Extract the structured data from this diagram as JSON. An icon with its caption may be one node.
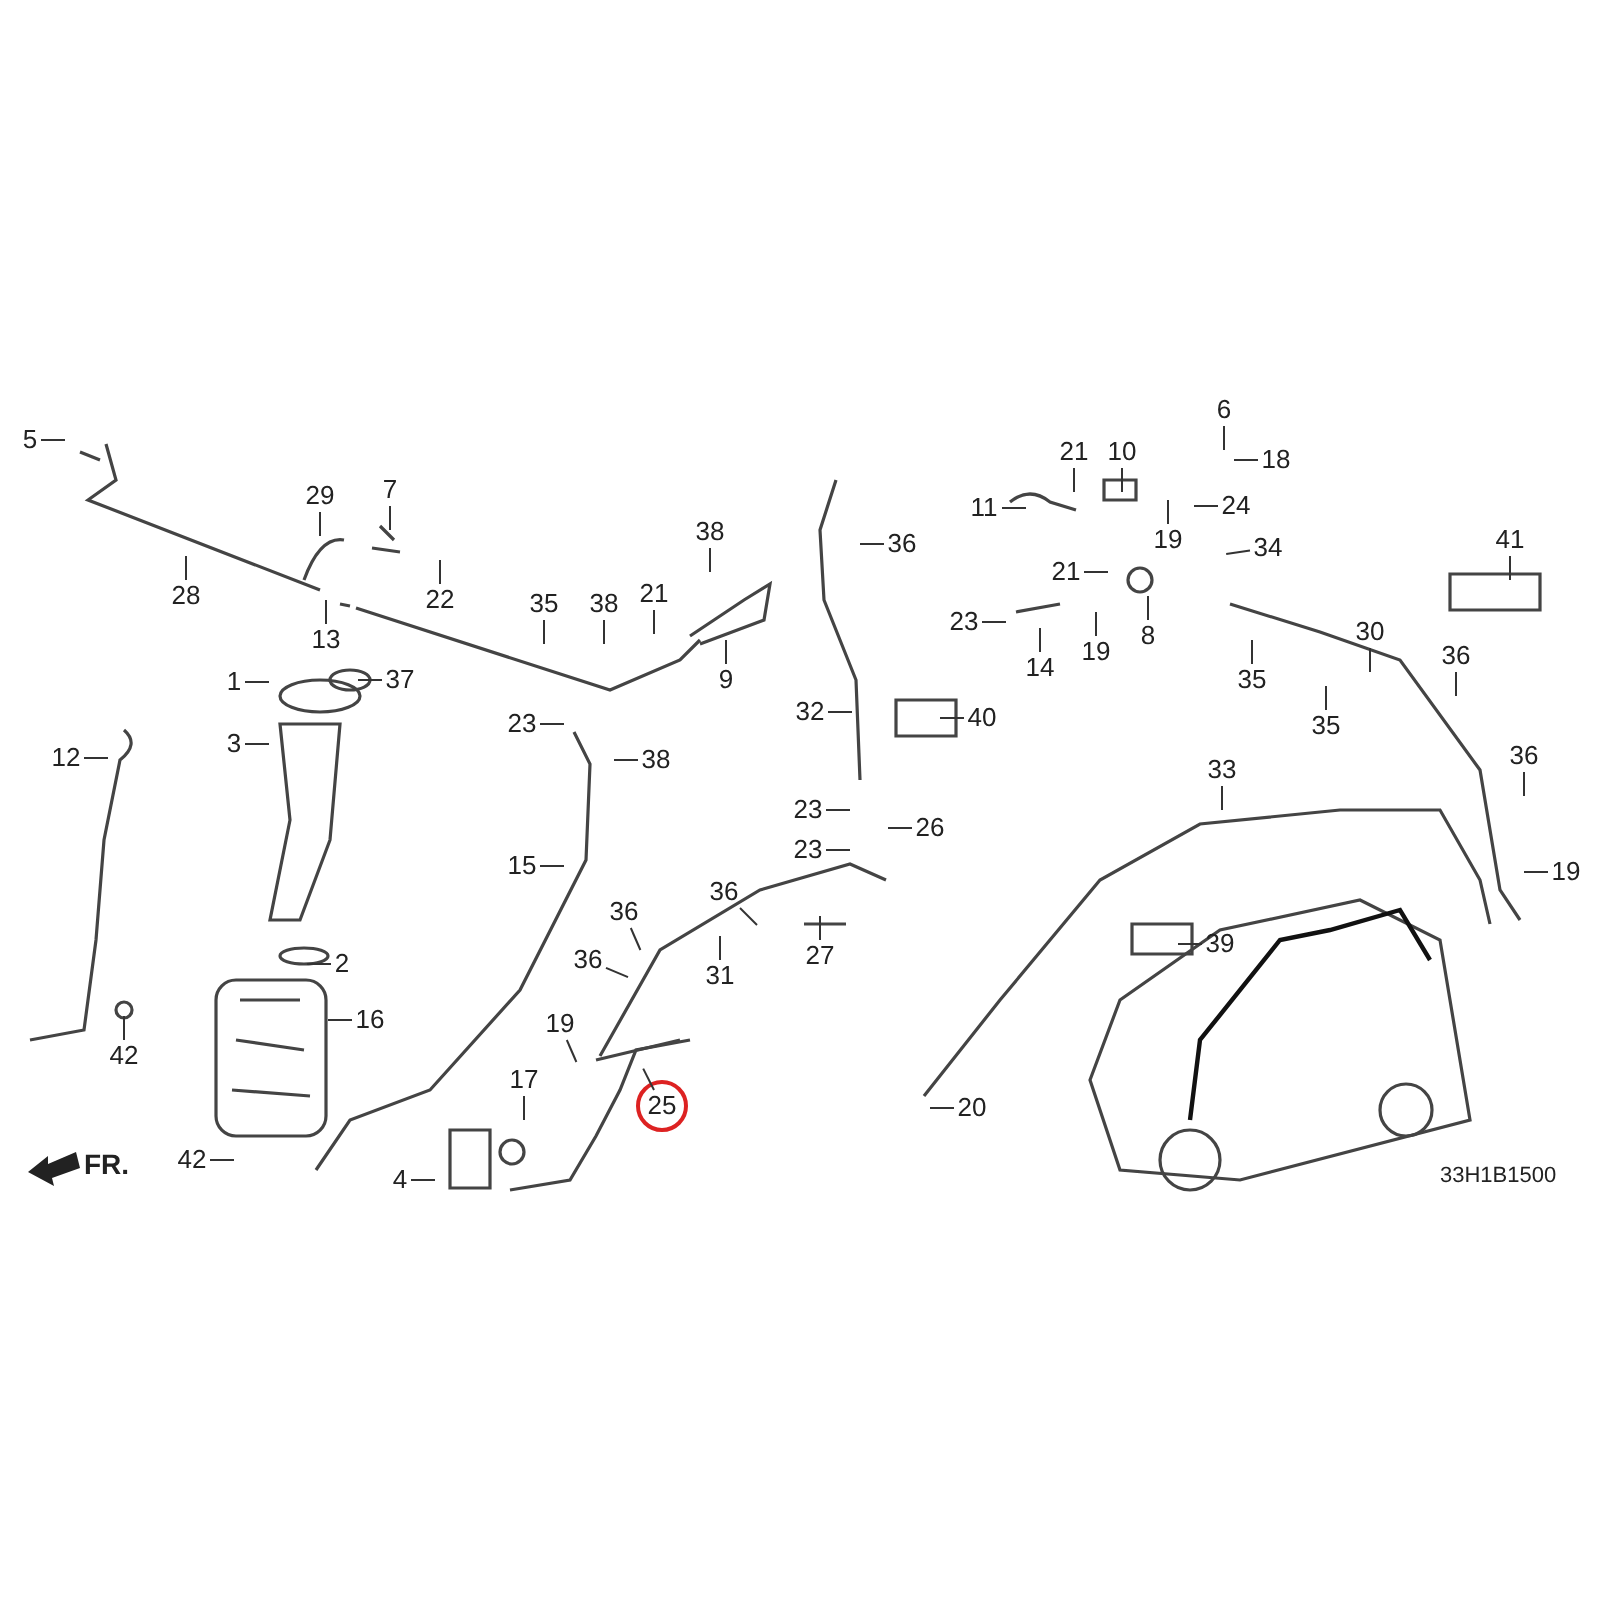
{
  "diagram": {
    "nodes": [
      {
        "text": [
          "5"
        ]
      },
      {
        "text": [
          "29"
        ]
      },
      {
        "text": [
          "7"
        ]
      },
      {
        "text": [
          "28"
        ]
      },
      {
        "text": [
          "22"
        ]
      },
      {
        "text": [
          "13"
        ]
      },
      {
        "text": [
          "35"
        ]
      },
      {
        "text": [
          "38"
        ]
      },
      {
        "text": [
          "21"
        ]
      },
      {
        "text": [
          "38"
        ]
      },
      {
        "text": [
          "9"
        ]
      },
      {
        "text": [
          "1"
        ]
      },
      {
        "text": [
          "37"
        ]
      },
      {
        "text": [
          "3"
        ]
      },
      {
        "text": [
          "23"
        ]
      },
      {
        "text": [
          "38"
        ]
      },
      {
        "text": [
          "12"
        ]
      },
      {
        "text": [
          "15"
        ]
      },
      {
        "text": [
          "2"
        ]
      },
      {
        "text": [
          "16"
        ]
      },
      {
        "text": [
          "42"
        ]
      },
      {
        "text": [
          "42"
        ]
      },
      {
        "text": [
          "4"
        ]
      },
      {
        "text": [
          "17"
        ]
      },
      {
        "text": [
          "36"
        ]
      },
      {
        "text": [
          "36"
        ]
      },
      {
        "text": [
          "19"
        ]
      },
      {
        "text": [
          "25"
        ]
      },
      {
        "text": [
          "31"
        ]
      },
      {
        "text": [
          "27"
        ]
      },
      {
        "text": [
          "23"
        ]
      },
      {
        "text": [
          "26"
        ]
      },
      {
        "text": [
          "23"
        ]
      },
      {
        "text": [
          "36"
        ]
      },
      {
        "text": [
          "32"
        ]
      },
      {
        "text": [
          "36"
        ]
      },
      {
        "text": [
          "40"
        ]
      },
      {
        "text": [
          "11"
        ]
      },
      {
        "text": [
          "21"
        ]
      },
      {
        "text": [
          "10"
        ]
      },
      {
        "text": [
          "6"
        ]
      },
      {
        "text": [
          "18"
        ]
      },
      {
        "text": [
          "24"
        ]
      },
      {
        "text": [
          "34"
        ]
      },
      {
        "text": [
          "21"
        ]
      },
      {
        "text": [
          "19"
        ]
      },
      {
        "text": [
          "23"
        ]
      },
      {
        "text": [
          "14"
        ]
      },
      {
        "text": [
          "19"
        ]
      },
      {
        "text": [
          "8"
        ]
      },
      {
        "text": [
          "35"
        ]
      },
      {
        "text": [
          "35"
        ]
      },
      {
        "text": [
          "30"
        ]
      },
      {
        "text": [
          "36"
        ]
      },
      {
        "text": [
          "41"
        ]
      },
      {
        "text": [
          "36"
        ]
      },
      {
        "text": [
          "33"
        ]
      },
      {
        "text": [
          "39"
        ]
      },
      {
        "text": [
          "19"
        ]
      },
      {
        "text": [
          "20"
        ]
      }
    ],
    "edges": [
      {
        "from": 0,
        "to": null,
        "arrow": "none"
      },
      {
        "from": 1,
        "to": null,
        "arrow": "none"
      },
      {
        "from": 2,
        "to": null,
        "arrow": "none"
      },
      {
        "from": 3,
        "to": null,
        "arrow": "none"
      },
      {
        "from": 4,
        "to": null,
        "arrow": "none"
      },
      {
        "from": 5,
        "to": null,
        "arrow": "none"
      },
      {
        "from": 6,
        "to": null,
        "arrow": "none"
      },
      {
        "from": 7,
        "to": null,
        "arrow": "none"
      },
      {
        "from": 8,
        "to": null,
        "arrow": "none"
      },
      {
        "from": 9,
        "to": null,
        "arrow": "none"
      },
      {
        "from": 10,
        "to": null,
        "arrow": "none"
      },
      {
        "from": 11,
        "to": null,
        "arrow": "none"
      },
      {
        "from": 12,
        "to": null,
        "arrow": "none"
      },
      {
        "from": 13,
        "to": null,
        "arrow": "none"
      },
      {
        "from": 14,
        "to": null,
        "arrow": "none"
      },
      {
        "from": 15,
        "to": null,
        "arrow": "none"
      },
      {
        "from": 16,
        "to": null,
        "arrow": "none"
      },
      {
        "from": 17,
        "to": null,
        "arrow": "none"
      },
      {
        "from": 18,
        "to": null,
        "arrow": "none"
      },
      {
        "from": 19,
        "to": null,
        "arrow": "none"
      },
      {
        "from": 20,
        "to": null,
        "arrow": "none"
      },
      {
        "from": 21,
        "to": null,
        "arrow": "none"
      },
      {
        "from": 22,
        "to": null,
        "arrow": "none"
      },
      {
        "from": 23,
        "to": null,
        "arrow": "none"
      },
      {
        "from": 24,
        "to": null,
        "arrow": "none"
      },
      {
        "from": 25,
        "to": null,
        "arrow": "none"
      },
      {
        "from": 26,
        "to": null,
        "arrow": "none"
      },
      {
        "from": 27,
        "to": null,
        "arrow": "none"
      },
      {
        "from": 28,
        "to": null,
        "arrow": "none"
      },
      {
        "from": 29,
        "to": null,
        "arrow": "none"
      },
      {
        "from": 30,
        "to": null,
        "arrow": "none"
      },
      {
        "from": 31,
        "to": null,
        "arrow": "none"
      },
      {
        "from": 32,
        "to": null,
        "arrow": "none"
      },
      {
        "from": 33,
        "to": null,
        "arrow": "none"
      },
      {
        "from": 34,
        "to": null,
        "arrow": "none"
      },
      {
        "from": 35,
        "to": null,
        "arrow": "none"
      },
      {
        "from": 36,
        "to": null,
        "arrow": "none"
      },
      {
        "from": 37,
        "to": null,
        "arrow": "none"
      },
      {
        "from": 38,
        "to": null,
        "arrow": "none"
      },
      {
        "from": 39,
        "to": null,
        "arrow": "none"
      },
      {
        "from": 40,
        "to": null,
        "arrow": "none"
      },
      {
        "from": 41,
        "to": null,
        "arrow": "none"
      },
      {
        "from": 42,
        "to": null,
        "arrow": "none"
      },
      {
        "from": 43,
        "to": null,
        "arrow": "none"
      },
      {
        "from": 44,
        "to": null,
        "arrow": "none"
      },
      {
        "from": 45,
        "to": null,
        "arrow": "none"
      },
      {
        "from": 46,
        "to": null,
        "arrow": "none"
      },
      {
        "from": 47,
        "to": null,
        "arrow": "none"
      },
      {
        "from": 48,
        "to": null,
        "arrow": "none"
      },
      {
        "from": 49,
        "to": null,
        "arrow": "none"
      },
      {
        "from": 50,
        "to": null,
        "arrow": "none"
      },
      {
        "from": 51,
        "to": null,
        "arrow": "none"
      },
      {
        "from": 52,
        "to": null,
        "arrow": "none"
      },
      {
        "from": 53,
        "to": null,
        "arrow": "none"
      },
      {
        "from": 54,
        "to": null,
        "arrow": "none"
      },
      {
        "from": 55,
        "to": null,
        "arrow": "none"
      },
      {
        "from": 56,
        "to": null,
        "arrow": "none"
      },
      {
        "from": 57,
        "to": null,
        "arrow": "none"
      },
      {
        "from": 58,
        "to": null,
        "arrow": "none"
      },
      {
        "from": 59,
        "to": null,
        "arrow": "none"
      }
    ],
    "labels": [
      "FR.",
      "33H1B1500"
    ]
  }
}
